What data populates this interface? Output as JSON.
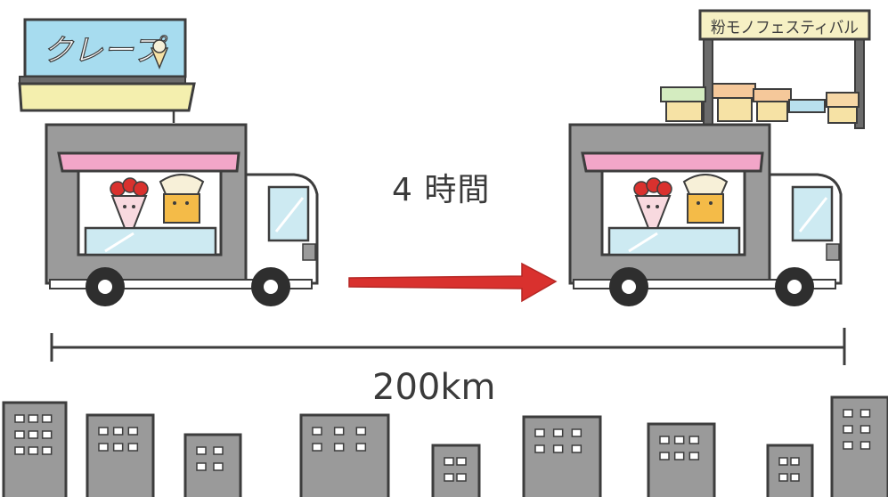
{
  "scene": {
    "time_label": "4 時間",
    "distance_label": "200km",
    "crepe_sign_text": "クレープ",
    "festival_sign_text": "粉モノフェスティバル"
  },
  "colors": {
    "outline": "#3d3d3d",
    "truck_body": "#9b9b9b",
    "awning_pink": "#f2a6c8",
    "window_blue": "#cdeaf2",
    "crepe_sign_bg": "#a7dcef",
    "shop_awning_yellow": "#f4efae",
    "arrow_red": "#d9312e",
    "building_gray": "#9a9a9a",
    "festival_sign_bg": "#f6f0c4",
    "tent_colors": [
      "#d4ecc0",
      "#f5c89a",
      "#b9e0ee",
      "#f6e2a5",
      "#f6d7a6"
    ]
  }
}
